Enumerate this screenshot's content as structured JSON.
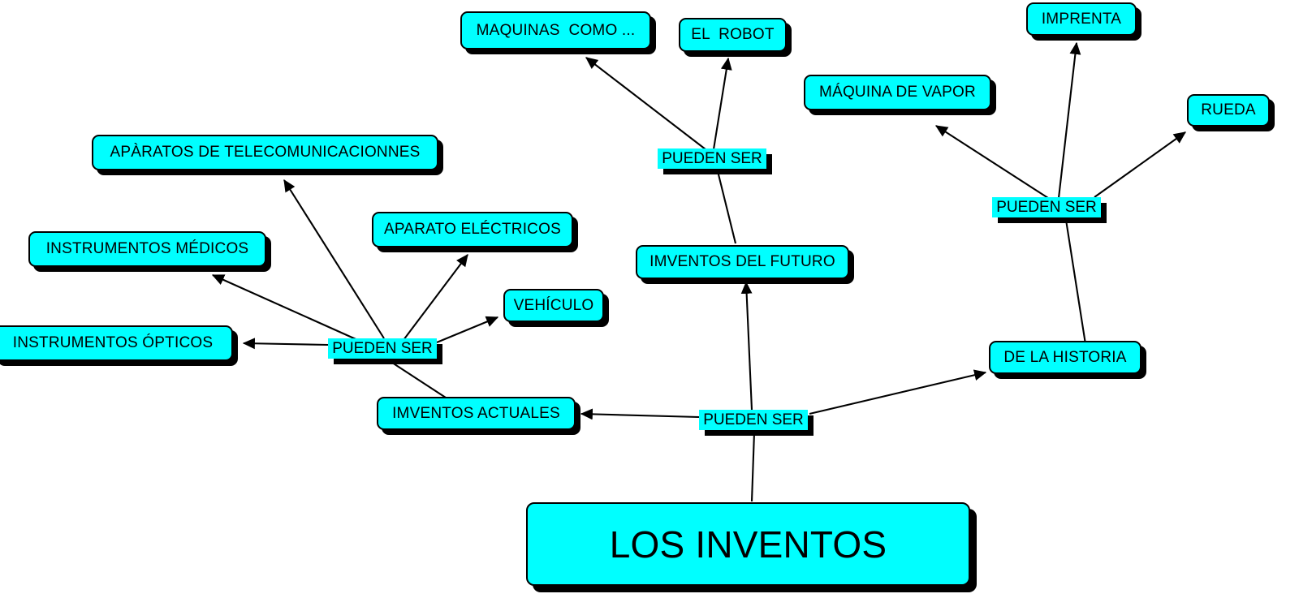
{
  "diagram": {
    "title": "LOS INVENTOS",
    "type": "concept-map",
    "colors": {
      "node_fill": "#00ffff",
      "node_border": "#000000",
      "node_shadow": "#000000",
      "edge": "#000000",
      "background": "#ffffff",
      "text": "#000000"
    },
    "root": {
      "label": "LOS INVENTOS"
    },
    "link_labels": [
      {
        "id": "pueden-ser-root",
        "label": "PUEDEN SER"
      },
      {
        "id": "pueden-ser-actuales",
        "label": "PUEDEN SER"
      },
      {
        "id": "pueden-ser-futuro",
        "label": "PUEDEN SER"
      },
      {
        "id": "pueden-ser-historia",
        "label": "PUEDEN SER"
      }
    ],
    "nodes": [
      {
        "id": "maquinas-como",
        "label": "MAQUINAS  COMO ..."
      },
      {
        "id": "el-robot",
        "label": "EL  ROBOT"
      },
      {
        "id": "imprenta",
        "label": "IMPRENTA"
      },
      {
        "id": "maquina-de-vapor",
        "label": "MÁQUINA DE VAPOR"
      },
      {
        "id": "rueda",
        "label": "RUEDA"
      },
      {
        "id": "aparatos-telecom",
        "label": "APÀRATOS DE TELECOMUNICACIONNES"
      },
      {
        "id": "instrumentos-medicos",
        "label": "INSTRUMENTOS MÉDICOS"
      },
      {
        "id": "aparato-electricos",
        "label": "APARATO ELÉCTRICOS"
      },
      {
        "id": "instrumentos-opticos",
        "label": "INSTRUMENTOS ÓPTICOS"
      },
      {
        "id": "vehiculo",
        "label": "VEHÍCULO"
      },
      {
        "id": "imventos-del-futuro",
        "label": "IMVENTOS DEL FUTURO"
      },
      {
        "id": "imventos-actuales",
        "label": "IMVENTOS ACTUALES"
      },
      {
        "id": "de-la-historia",
        "label": "DE LA HISTORIA"
      }
    ],
    "edges": [
      {
        "from": "pueden-ser-futuro",
        "to": "maquinas-como",
        "arrow": true
      },
      {
        "from": "pueden-ser-futuro",
        "to": "el-robot",
        "arrow": true
      },
      {
        "from": "imventos-del-futuro",
        "to": "pueden-ser-futuro",
        "arrow": false
      },
      {
        "from": "pueden-ser-root",
        "to": "imventos-del-futuro",
        "arrow": true
      },
      {
        "from": "root",
        "to": "pueden-ser-root",
        "arrow": false
      },
      {
        "from": "pueden-ser-root",
        "to": "imventos-actuales",
        "arrow": true
      },
      {
        "from": "pueden-ser-root",
        "to": "de-la-historia",
        "arrow": true
      },
      {
        "from": "imventos-actuales",
        "to": "pueden-ser-actuales",
        "arrow": false
      },
      {
        "from": "pueden-ser-actuales",
        "to": "aparatos-telecom",
        "arrow": true
      },
      {
        "from": "pueden-ser-actuales",
        "to": "instrumentos-medicos",
        "arrow": true
      },
      {
        "from": "pueden-ser-actuales",
        "to": "aparato-electricos",
        "arrow": true
      },
      {
        "from": "pueden-ser-actuales",
        "to": "instrumentos-opticos",
        "arrow": true
      },
      {
        "from": "pueden-ser-actuales",
        "to": "vehiculo",
        "arrow": true
      },
      {
        "from": "de-la-historia",
        "to": "pueden-ser-historia",
        "arrow": false
      },
      {
        "from": "pueden-ser-historia",
        "to": "maquina-de-vapor",
        "arrow": true
      },
      {
        "from": "pueden-ser-historia",
        "to": "imprenta",
        "arrow": true
      },
      {
        "from": "pueden-ser-historia",
        "to": "rueda",
        "arrow": true
      }
    ]
  }
}
